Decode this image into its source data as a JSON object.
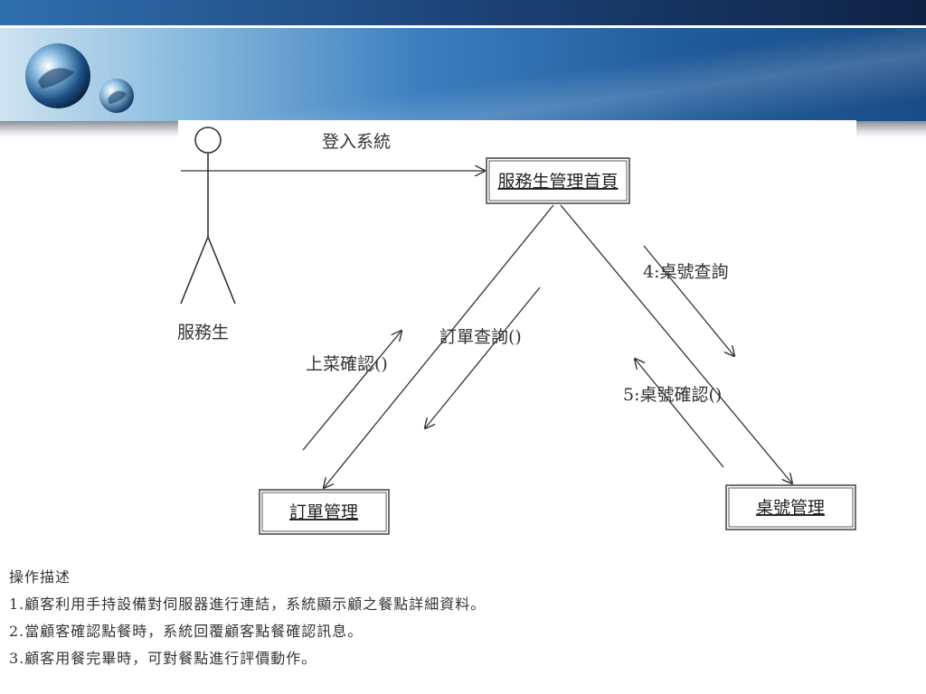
{
  "diagram": {
    "actor_label": "服務生",
    "nodes": {
      "home": "服務生管理首頁",
      "order": "訂單管理",
      "table": "桌號管理"
    },
    "messages": {
      "login": "登入系統",
      "order_query": "訂單查詢()",
      "serve_confirm": "上菜確認()",
      "table_query": "4:桌號查詢",
      "table_confirm": "5:桌號確認()"
    }
  },
  "description": {
    "heading": "操作描述",
    "items": [
      "1.顧客利用手持設備對伺服器進行連結，系統顯示顧之餐點詳細資料。",
      "2.當顧客確認點餐時，系統回覆顧客點餐確認訊息。",
      "3.顧客用餐完畢時，可對餐點進行評價動作。"
    ]
  }
}
